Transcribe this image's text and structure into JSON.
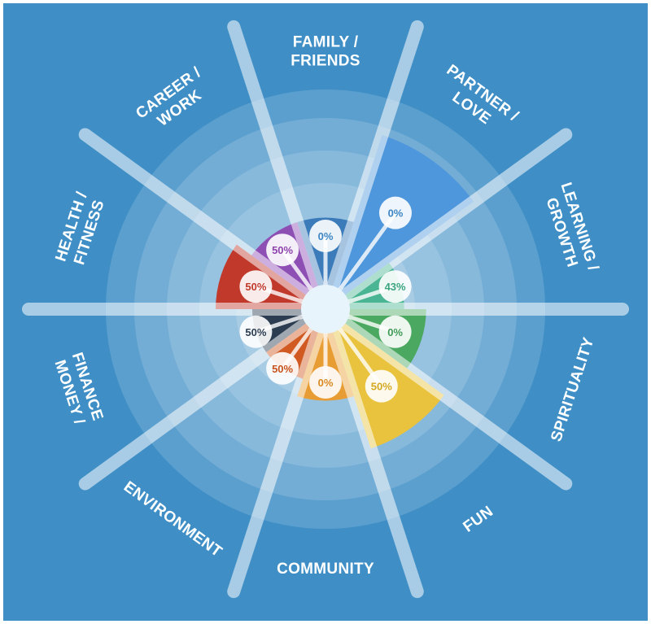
{
  "chart_data": {
    "type": "polar-area",
    "title": "",
    "max_value": 100,
    "categories": [
      {
        "label": [
          "FAMILY /",
          "FRIENDS"
        ],
        "value": 50,
        "badge": "0%",
        "color": "#3b7bba",
        "badge_text_color": "#3d86c4"
      },
      {
        "label": [
          "PARTNER /",
          "LOVE"
        ],
        "value": 100,
        "badge": "0%",
        "color": "#4f97dc",
        "badge_text_color": "#3d86c4"
      },
      {
        "label": [
          "LEARNING /",
          "GROWTH"
        ],
        "value": 43,
        "badge": "43%",
        "color": "#4ab593",
        "badge_text_color": "#3aa47e"
      },
      {
        "label": [
          "SPIRITUALITY"
        ],
        "value": 55,
        "badge": "0%",
        "color": "#4aa860",
        "badge_text_color": "#3e9a55"
      },
      {
        "label": [
          "FUN"
        ],
        "value": 80,
        "badge": "50%",
        "color": "#e9c33d",
        "badge_text_color": "#d4a820"
      },
      {
        "label": [
          "COMMUNITY"
        ],
        "value": 50,
        "badge": "0%",
        "color": "#e89d34",
        "badge_text_color": "#d98a22"
      },
      {
        "label": [
          "ENVIRONMENT"
        ],
        "value": 40,
        "badge": "50%",
        "color": "#d05a22",
        "badge_text_color": "#c9531c"
      },
      {
        "label": [
          "FINANCE",
          "MONEY /"
        ],
        "value": 40,
        "badge": "50%",
        "color": "#2c3d52",
        "badge_text_color": "#2c3d52"
      },
      {
        "label": [
          "HEALTH /",
          "FITNESS"
        ],
        "value": 60,
        "badge": "50%",
        "color": "#c0392b",
        "badge_text_color": "#c0392b"
      },
      {
        "label": [
          "CAREER /",
          "WORK"
        ],
        "value": 50,
        "badge": "50%",
        "color": "#8e4fb5",
        "badge_text_color": "#8e44ad"
      }
    ]
  },
  "colors": {
    "background": "#3f8fc6",
    "rings": "rgba(255,255,255,0.15)",
    "spokes": "rgba(255,255,255,0.55)"
  }
}
